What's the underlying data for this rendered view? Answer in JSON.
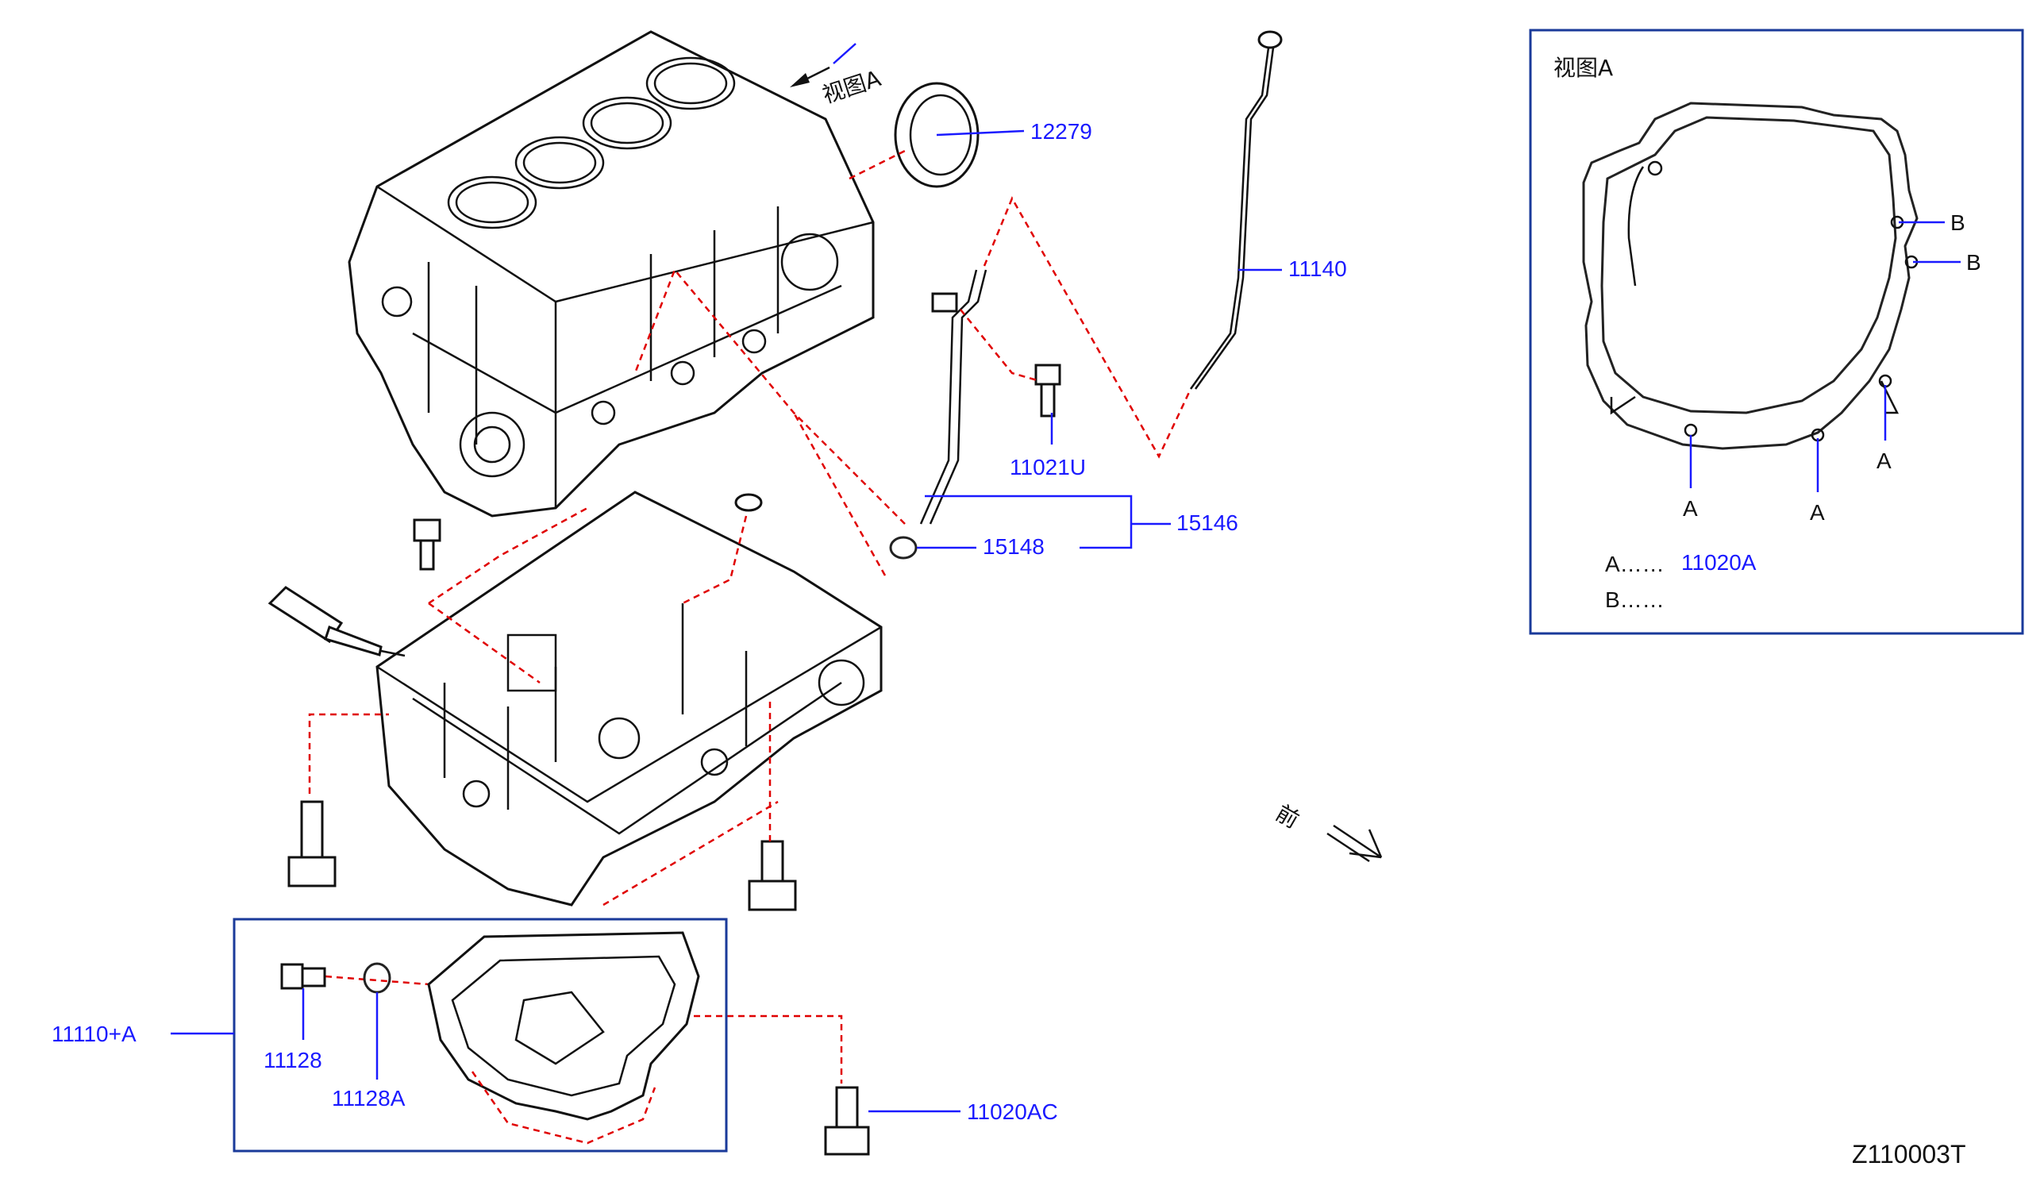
{
  "callouts": {
    "p12279": "12279",
    "p11140": "11140",
    "p11021U": "11021U",
    "p15146": "15146",
    "p15148": "15148",
    "p11110A": "11110+A",
    "p11128": "11128",
    "p11128A": "11128A",
    "p11020AC": "11020AC"
  },
  "view_a_label": "视图A",
  "front_label": "前",
  "inset": {
    "title": "视图A",
    "marker_a": "A",
    "marker_b": "B",
    "legend_a_key": "A……",
    "legend_a_value": "11020A",
    "legend_b_key": "B……"
  },
  "diagram_id": "Z110003T",
  "colors": {
    "callout_text": "#1a1aff",
    "dashed_leader": "#e00000",
    "frame": "#1a3a9a"
  }
}
